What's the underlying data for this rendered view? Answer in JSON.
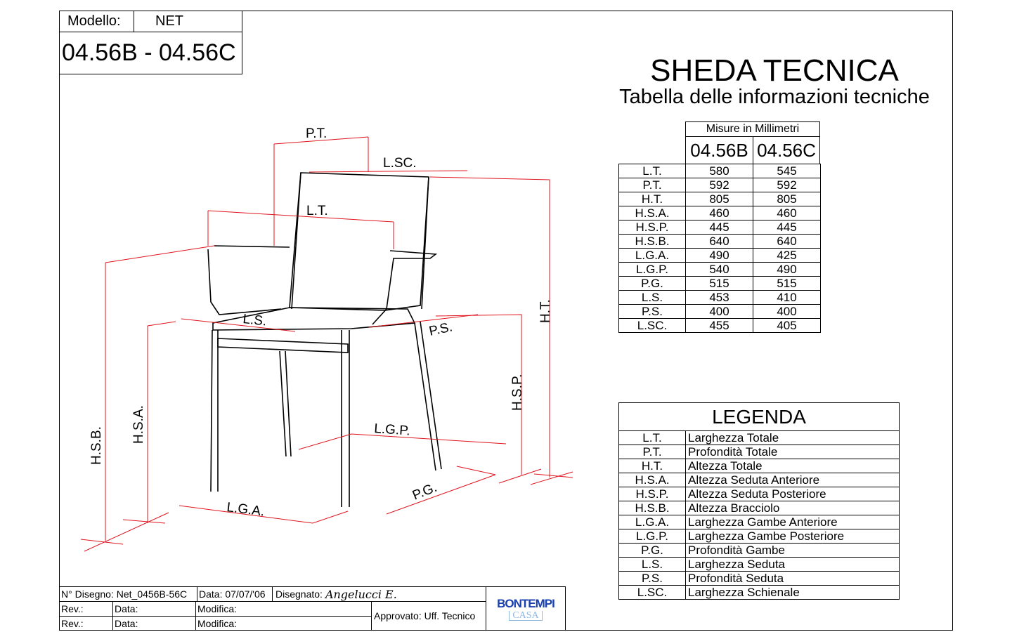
{
  "model": {
    "label": "Modello:",
    "name": "NET",
    "codes": "04.56B - 04.56C"
  },
  "title": {
    "main": "SHEDA TECNICA",
    "sub": "Tabella delle informazioni tecniche"
  },
  "measures": {
    "header": "Misure in Millimetri",
    "columns": [
      "04.56B",
      "04.56C"
    ],
    "rows": [
      {
        "code": "L.T.",
        "b": "580",
        "c": "545"
      },
      {
        "code": "P.T.",
        "b": "592",
        "c": "592"
      },
      {
        "code": "H.T.",
        "b": "805",
        "c": "805"
      },
      {
        "code": "H.S.A.",
        "b": "460",
        "c": "460"
      },
      {
        "code": "H.S.P.",
        "b": "445",
        "c": "445"
      },
      {
        "code": "H.S.B.",
        "b": "640",
        "c": "640"
      },
      {
        "code": "L.G.A.",
        "b": "490",
        "c": "425"
      },
      {
        "code": "L.G.P.",
        "b": "540",
        "c": "490"
      },
      {
        "code": "P.G.",
        "b": "515",
        "c": "515"
      },
      {
        "code": "L.S.",
        "b": "453",
        "c": "410"
      },
      {
        "code": "P.S.",
        "b": "400",
        "c": "400"
      },
      {
        "code": "L.SC.",
        "b": "455",
        "c": "405"
      }
    ]
  },
  "legend": {
    "title": "LEGENDA",
    "rows": [
      {
        "code": "L.T.",
        "desc": "Larghezza Totale"
      },
      {
        "code": "P.T.",
        "desc": "Profondità Totale"
      },
      {
        "code": "H.T.",
        "desc": "Altezza Totale"
      },
      {
        "code": "H.S.A.",
        "desc": "Altezza Seduta Anteriore"
      },
      {
        "code": "H.S.P.",
        "desc": "Altezza Seduta Posteriore"
      },
      {
        "code": "H.S.B.",
        "desc": "Altezza Bracciolo"
      },
      {
        "code": "L.G.A.",
        "desc": "Larghezza Gambe Anteriore"
      },
      {
        "code": "L.G.P.",
        "desc": "Larghezza Gambe Posteriore"
      },
      {
        "code": "P.G.",
        "desc": "Profondità Gambe"
      },
      {
        "code": "L.S.",
        "desc": "Larghezza Seduta"
      },
      {
        "code": "P.S.",
        "desc": "Profondità Seduta"
      },
      {
        "code": "L.SC.",
        "desc": "Larghezza Schienale"
      }
    ]
  },
  "drawing": {
    "labels": {
      "pt": "P.T.",
      "lsc": "L.SC.",
      "lt": "L.T.",
      "ls": "L.S.",
      "ps": "P.S.",
      "ht": "H.T.",
      "hsp": "H.S.P.",
      "hsb": "H.S.B.",
      "hsa": "H.S.A.",
      "lgp": "L.G.P.",
      "lga": "L.G.A.",
      "pg": "P.G."
    }
  },
  "titleblock": {
    "drawing_no": "N° Disegno: Net_0456B-56C",
    "date": "Data: 07/07/'06",
    "drawn_label": "Disegnato:",
    "drawn_by": "Angelucci E.",
    "rev": "Rev.:",
    "data": "Data:",
    "modifica": "Modifica:",
    "approved": "Approvato: Uff. Tecnico",
    "logo_top": "BONTEMPI",
    "logo_bottom": "CASA"
  },
  "colors": {
    "dimension": "#e0141e",
    "logo_blue": "#1a3fae",
    "logo_light": "#8fb8e0"
  }
}
